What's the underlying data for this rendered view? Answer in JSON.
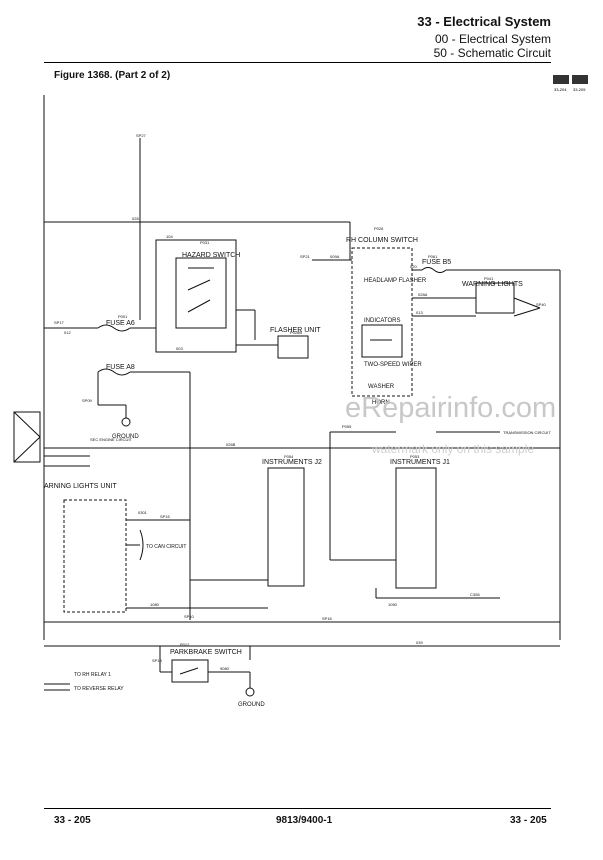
{
  "header": {
    "section_title": "33 - Electrical System",
    "subsection": "00 - Electrical System",
    "topic": "50 - Schematic Circuit"
  },
  "figure_title": "Figure 1368. (Part 2 of 2)",
  "thumbnail": {
    "label1": "33-204",
    "label2": "33-205"
  },
  "labels": {
    "hazard_switch": "HAZARD SWITCH",
    "flasher_unit": "FLASHER UNIT",
    "rh_column_switch": "RH COLUMN SWITCH",
    "headlamp_flasher": "HEADLAMP FLASHER",
    "indicators": "INDICATORS",
    "two_speed_wiper": "TWO-SPEED WIPER",
    "washer": "WASHER",
    "horn": "HORN",
    "fuse_b5": "FUSE B5",
    "warning_lights_right": "WARNING LIGHTS",
    "fuse_a6": "FUSE A6",
    "fuse_a8": "FUSE A8",
    "ground": "GROUND",
    "instruments_j2": "INSTRUMENTS J2",
    "instruments_j1": "INSTRUMENTS J1",
    "warning_lights_unit": "ARNING LIGHTS UNIT",
    "parkbrake_switch": "PARKBRAKE SWITCH",
    "to_rh_relay": "TO RH RELAY 1",
    "to_reverse_relay": "TO REVERSE RELAY",
    "can_circuit": "TO CAN CIRCUIT",
    "transmission_circuit": "TRANSMISSION CIRCUIT",
    "sec_engine_circuit": "SEC ENGINE CIRCUIT",
    "ground2": "GROUND"
  },
  "wire_labels": [
    "SP27",
    "028",
    "104",
    "SP21",
    "SP09",
    "SP10",
    "SP16",
    "SP15",
    "SP17",
    "SP13",
    "SP40",
    "009A",
    "020",
    "028A",
    "003",
    "012",
    "013",
    "1080",
    "1050",
    "0301",
    "C308",
    "026B",
    "039",
    "9080",
    "P031",
    "P026",
    "P055",
    "P041",
    "P061",
    "P001",
    "P054",
    "P053",
    "P012",
    "P026B"
  ],
  "watermark": "eRepairinfo.com",
  "watermark_sub": "watermark only on this sample",
  "footer": {
    "left": "33 - 205",
    "center": "9813/9400-1",
    "right": "33 - 205"
  },
  "colors": {
    "ink": "#111111",
    "watermark": "#c8c8c8"
  }
}
